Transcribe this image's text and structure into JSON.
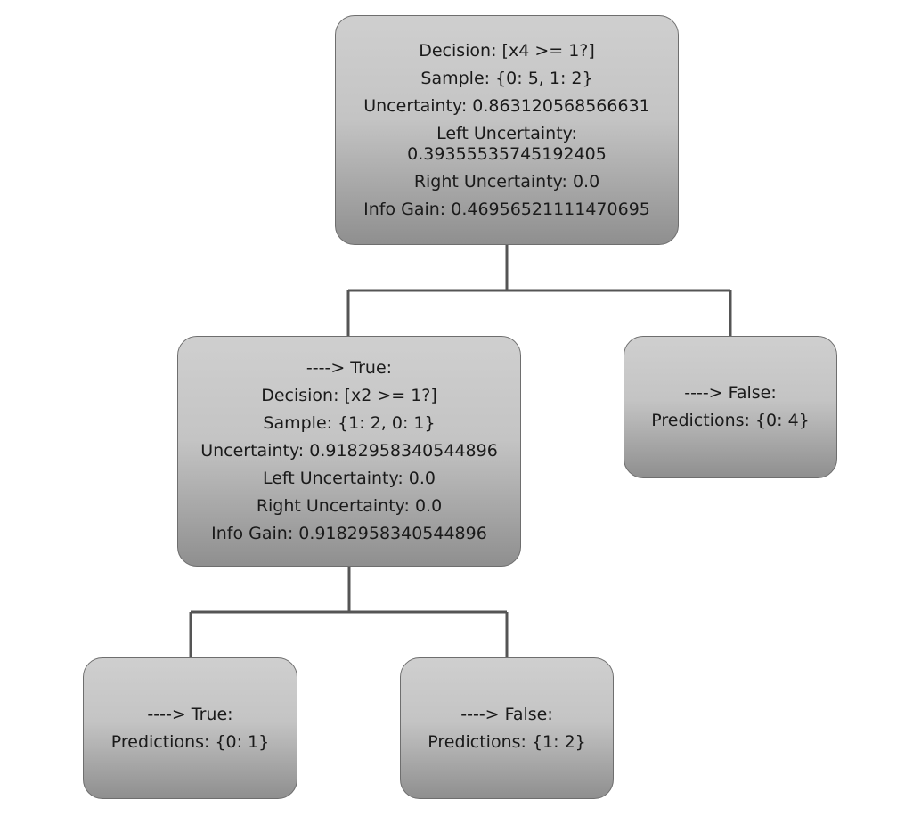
{
  "diagram": {
    "root": {
      "decision": "Decision: [x4 >= 1?]",
      "sample": "Sample: {0: 5, 1: 2}",
      "uncertainty": "Uncertainty: 0.863120568566631",
      "left_uncertainty_label": "Left Uncertainty:",
      "left_uncertainty_value": "0.39355535745192405",
      "right_uncertainty": "Right Uncertainty: 0.0",
      "info_gain": "Info Gain: 0.46956521111470695"
    },
    "true_branch": {
      "branch": "----> True:",
      "decision": "Decision: [x2 >= 1?]",
      "sample": "Sample: {1: 2, 0: 1}",
      "uncertainty": "Uncertainty: 0.9182958340544896",
      "left_uncertainty": "Left Uncertainty: 0.0",
      "right_uncertainty": "Right Uncertainty: 0.0",
      "info_gain": "Info Gain: 0.9182958340544896"
    },
    "false_leaf": {
      "branch": "----> False:",
      "predictions": "Predictions: {0: 4}"
    },
    "true_true_leaf": {
      "branch": "----> True:",
      "predictions": "Predictions: {0: 1}"
    },
    "true_false_leaf": {
      "branch": "----> False:",
      "predictions": "Predictions: {1: 2}"
    }
  },
  "colors": {
    "node_top": "#cfcfcf",
    "node_bottom": "#8f8f8f",
    "node_border": "#6e6e6e",
    "connector": "#555555",
    "text": "#1a1a1a"
  }
}
